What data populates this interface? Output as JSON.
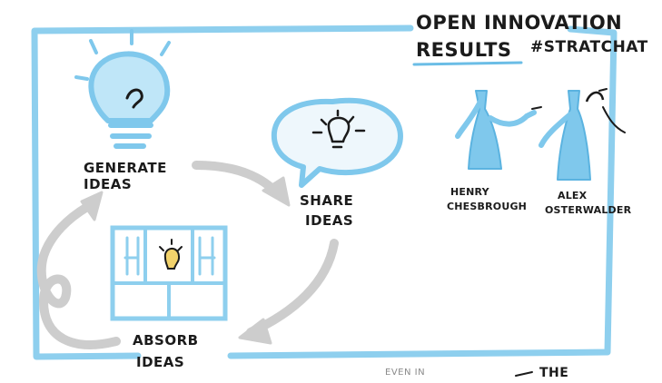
{
  "title": {
    "line1": "OPEN INNOVATION",
    "line2a": "RESULTS",
    "line2b": "#STRATCHAT"
  },
  "steps": {
    "generate": {
      "line1": "GENERATE",
      "line2": "IDEAS"
    },
    "share": {
      "line1": "SHARE",
      "line2": "IDEAS"
    },
    "absorb": {
      "line1": "ABSORB",
      "line2": "IDEAS"
    }
  },
  "people": {
    "henry": {
      "line1": "HENRY",
      "line2": "CHESBROUGH"
    },
    "alex": {
      "line1": "ALEX",
      "line2": "OSTERWALDER"
    }
  },
  "footer": {
    "left": "EVEN IN",
    "right": "THE"
  },
  "colors": {
    "frame": "#8ecfee",
    "figure": "#7fc8ec",
    "ink": "#1b1b1b",
    "arrow": "#cdcdcd"
  }
}
